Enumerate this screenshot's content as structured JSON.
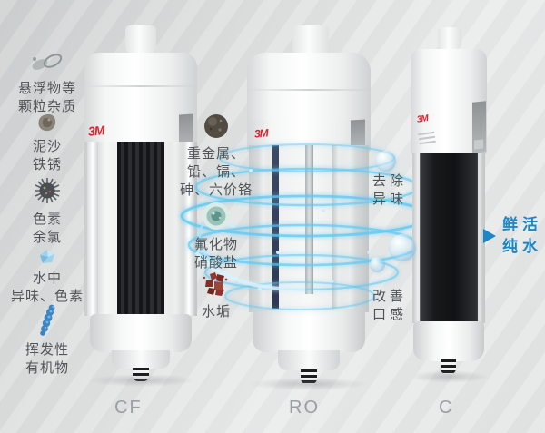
{
  "brand": {
    "logo": "3M",
    "logo_color": "#d7232f"
  },
  "cf": {
    "label": "CF",
    "items": [
      {
        "icon": "suspended-particles-icon",
        "lines": [
          "悬浮物等",
          "颗粒杂质"
        ]
      },
      {
        "icon": "sediment-rust-icon",
        "lines": [
          "泥沙",
          "铁锈"
        ]
      },
      {
        "icon": "pigment-chlorine-icon",
        "lines": [
          "色素",
          "余氯"
        ]
      },
      {
        "icon": "odor-crystal-icon",
        "lines": [
          "水中",
          "异味、色素"
        ]
      },
      {
        "icon": "voc-icon",
        "lines": [
          "挥发性",
          "有机物"
        ]
      }
    ]
  },
  "ro": {
    "label": "RO",
    "items": [
      {
        "icon": "heavy-metal-icon",
        "lines": [
          "重金属、",
          "铅、镉、",
          "砷、六价铬"
        ]
      },
      {
        "icon": "fluoride-icon",
        "lines": [
          "氟化物",
          "硝酸盐"
        ]
      },
      {
        "icon": "scale-icon",
        "lines": [
          "水垢"
        ]
      }
    ]
  },
  "c": {
    "label": "C",
    "benefits": [
      {
        "icon": "bubble-icon",
        "lines": [
          "去除",
          "异味"
        ]
      },
      {
        "icon": "bubble-icon",
        "lines": [
          "改善",
          "口感"
        ]
      }
    ]
  },
  "output": {
    "lines": [
      "鲜活",
      "纯水"
    ],
    "color": "#1d86c5"
  }
}
